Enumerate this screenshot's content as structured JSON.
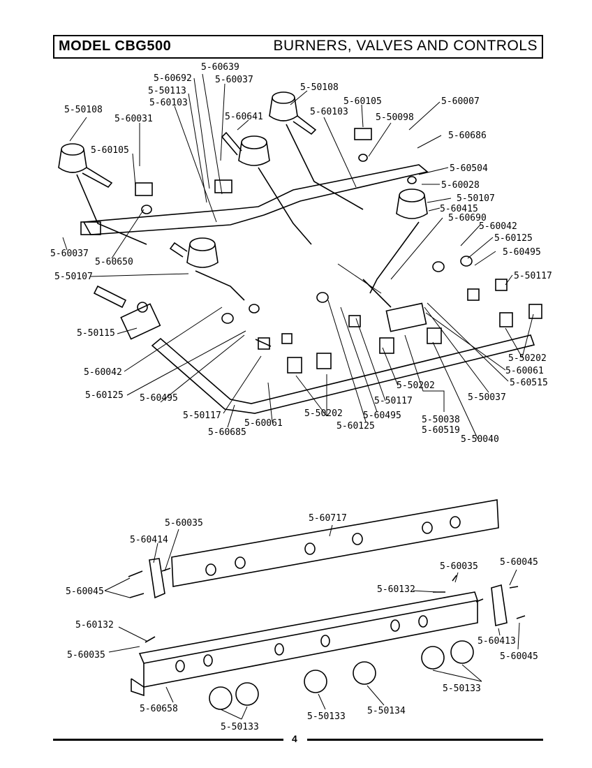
{
  "header": {
    "model": "MODEL CBG500",
    "title": "BURNERS, VALVES AND CONTROLS"
  },
  "page_number": "4",
  "labels_top": [
    "5-60639",
    "5-60692",
    "5-60037",
    "5-50113",
    "5-60103",
    "5-50108",
    "5-50108",
    "5-60105",
    "5-60007",
    "5-60031",
    "5-60641",
    "5-60103",
    "5-50098",
    "5-60686",
    "5-60105",
    "5-60504",
    "5-60028",
    "5-50107",
    "5-60415",
    "5-60690",
    "5-60042",
    "5-60125",
    "5-60495",
    "5-50117",
    "5-60037",
    "5-60650",
    "5-50107",
    "5-50115",
    "5-60042",
    "5-60125",
    "5-60495",
    "5-50117",
    "5-60685",
    "5-60061",
    "5-50202",
    "5-60125",
    "5-60495",
    "5-50117",
    "5-50202",
    "5-50038",
    "5-60519",
    "5-50040",
    "5-50037",
    "5-50202",
    "5-60061",
    "5-60515"
  ],
  "labels_bottom": [
    "5-60035",
    "5-60717",
    "5-60414",
    "5-60045",
    "5-60035",
    "5-60045",
    "5-60132",
    "5-60132",
    "5-60035",
    "5-60413",
    "5-60045",
    "5-50133",
    "5-60658",
    "5-50133",
    "5-50133",
    "5-50134"
  ]
}
